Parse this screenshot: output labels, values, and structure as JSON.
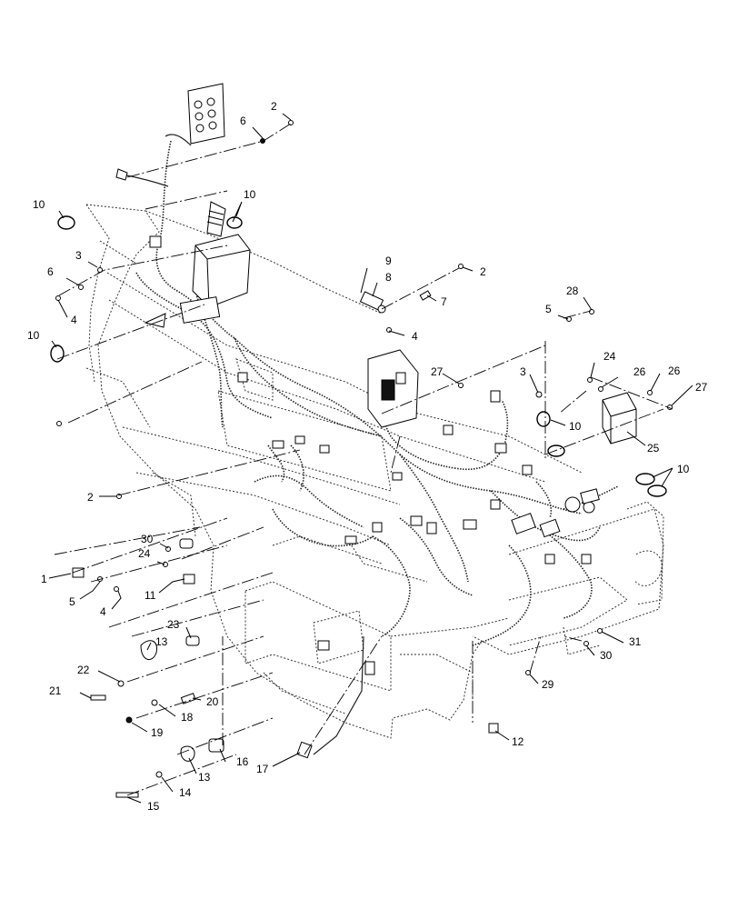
{
  "callouts": [
    {
      "id": "c-2a",
      "label": "2"
    },
    {
      "id": "c-6a",
      "label": "6"
    },
    {
      "id": "c-10a",
      "label": "10"
    },
    {
      "id": "c-10b",
      "label": "10"
    },
    {
      "id": "c-3a",
      "label": "3"
    },
    {
      "id": "c-6b",
      "label": "6"
    },
    {
      "id": "c-4a",
      "label": "4"
    },
    {
      "id": "c-10c",
      "label": "10"
    },
    {
      "id": "c-9",
      "label": "9"
    },
    {
      "id": "c-8",
      "label": "8"
    },
    {
      "id": "c-2b",
      "label": "2"
    },
    {
      "id": "c-7",
      "label": "7"
    },
    {
      "id": "c-4b",
      "label": "4"
    },
    {
      "id": "c-28",
      "label": "28"
    },
    {
      "id": "c-5a",
      "label": "5"
    },
    {
      "id": "c-24a",
      "label": "24"
    },
    {
      "id": "c-26a",
      "label": "26"
    },
    {
      "id": "c-26b",
      "label": "26"
    },
    {
      "id": "c-27a",
      "label": "27"
    },
    {
      "id": "c-27b",
      "label": "27"
    },
    {
      "id": "c-3b",
      "label": "3"
    },
    {
      "id": "c-10d",
      "label": "10"
    },
    {
      "id": "c-25",
      "label": "25"
    },
    {
      "id": "c-10e",
      "label": "10"
    },
    {
      "id": "c-2c",
      "label": "2"
    },
    {
      "id": "c-30a",
      "label": "30"
    },
    {
      "id": "c-24b",
      "label": "24"
    },
    {
      "id": "c-1",
      "label": "1"
    },
    {
      "id": "c-5b",
      "label": "5"
    },
    {
      "id": "c-4c",
      "label": "4"
    },
    {
      "id": "c-11",
      "label": "11"
    },
    {
      "id": "c-23",
      "label": "23"
    },
    {
      "id": "c-13a",
      "label": "13"
    },
    {
      "id": "c-22",
      "label": "22"
    },
    {
      "id": "c-21",
      "label": "21"
    },
    {
      "id": "c-20",
      "label": "20"
    },
    {
      "id": "c-18",
      "label": "18"
    },
    {
      "id": "c-19",
      "label": "19"
    },
    {
      "id": "c-16",
      "label": "16"
    },
    {
      "id": "c-13b",
      "label": "13"
    },
    {
      "id": "c-17",
      "label": "17"
    },
    {
      "id": "c-14",
      "label": "14"
    },
    {
      "id": "c-15",
      "label": "15"
    },
    {
      "id": "c-31",
      "label": "31"
    },
    {
      "id": "c-30b",
      "label": "30"
    },
    {
      "id": "c-29",
      "label": "29"
    },
    {
      "id": "c-12",
      "label": "12"
    }
  ]
}
